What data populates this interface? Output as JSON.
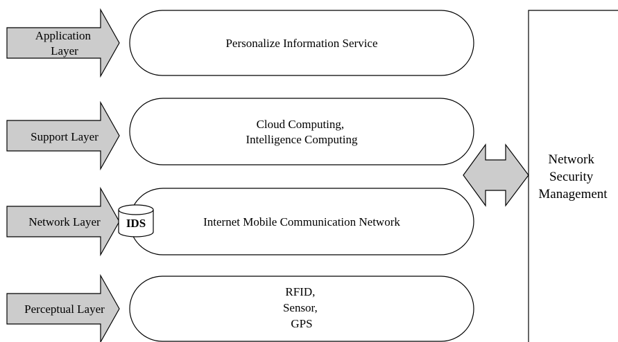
{
  "layers": [
    {
      "label_lines": [
        "Application",
        "Layer"
      ],
      "content_lines": [
        "Personalize Information Service"
      ]
    },
    {
      "label_lines": [
        "Support Layer"
      ],
      "content_lines": [
        "Cloud Computing,",
        "Intelligence Computing"
      ]
    },
    {
      "label_lines": [
        "Network Layer"
      ],
      "content_lines": [
        "Internet Mobile Communication Network"
      ]
    },
    {
      "label_lines": [
        "Perceptual Layer"
      ],
      "content_lines": [
        "RFID,",
        "Sensor,",
        "GPS"
      ]
    }
  ],
  "ids_badge": "IDS",
  "management": {
    "lines": [
      "Network",
      "Security",
      "Management"
    ]
  },
  "colors": {
    "arrow_fill": "#cccccc",
    "stroke": "#000000",
    "background": "#ffffff"
  }
}
